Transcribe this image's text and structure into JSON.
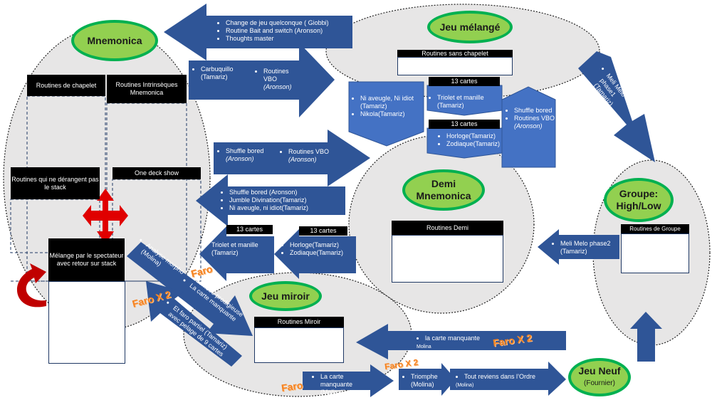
{
  "colors": {
    "arrow": "#2f5597",
    "box": "#4472c4",
    "ellipse": "#e7e6e6",
    "oval": "#92d050",
    "oval_border": "#00b050",
    "faro": "#f58220",
    "red": "#e00000"
  },
  "groups": {
    "mnemonica": "Mnemonica",
    "jeu_melange": "Jeu mélangé",
    "demi": "Demi Mnemonica",
    "groupe": "Groupe: High/Low",
    "miroir": "Jeu miroir",
    "neuf": "Jeu Neuf",
    "neuf_sub": "(Fournier)"
  },
  "headers": {
    "chapelet": "Routines de chapelet",
    "intrinseques": "Routines Intrinsèques Mnemonica",
    "ne_derangent": "Routines qui ne dérangent pas le stack",
    "one_deck": "One deck show",
    "melange_spect": "Mélange par le spectateur avec retour sur stack",
    "sans_chapelet": "Routines sans chapelet",
    "demi": "Routines Demi",
    "groupe": "Routines de Groupe",
    "miroir": "Routines Miroir",
    "treize": "13 cartes"
  },
  "arrows": {
    "top_left": [
      "Change de jeu quelconque ( Giobbi)",
      "Routine Bait and switch (Aronson)",
      "Thoughts master"
    ],
    "top_right_a": "Carbuquillo (Tamariz)",
    "top_right_b": "Routines VBO",
    "top_right_b2": "(Aronson)",
    "ni_aveugle": [
      "Ni aveugle, Ni idiot (Tamariz)",
      "Nikola(Tamariz)"
    ],
    "triolet_top": "Triolet et manille (Tamariz)",
    "horloge_top": [
      "Horloge(Tamariz)",
      "Zodiaque(Tamariz)"
    ],
    "shuffle_up": [
      "Shuffle bored",
      "Routines VBO"
    ],
    "shuffle_up_aronson": "(Aronson)",
    "mid_right_a": "Shuffle bored",
    "mid_right_a2": "(Aronson)",
    "mid_right_b": "Routines VBO",
    "mid_right_b2": "(Aronson)",
    "mid_left": [
      "Shuffle bored  (Aronson)",
      "Jumble Divination(Tamariz)",
      "Ni aveugle, ni idiot(Tamariz)"
    ],
    "triolet_left": "Triolet et manille (Tamariz)",
    "horloge_left": [
      "Horloge(Tamariz)",
      "Zodiaque(Tamariz)"
    ],
    "meli1": "Meli Melo phase1 (Tamariz)",
    "meli2": "Meli Melo phase2 (Tamariz)",
    "analyse": "Analyse morpho (Molina)",
    "memoire": [
      "Mémoire prodigieuse",
      "La carte manquante"
    ],
    "faro_partiel": "Et faro partiel (Tamariz) avec pelage de 9 cartes",
    "miroir_left": "la carte manquante",
    "miroir_left_sub": "Molina",
    "bottom_a": "La carte manquante (Molina))",
    "bottom_b": "Triomphe (Molina)",
    "bottom_c": "Tout reviens dans l’Ordre",
    "bottom_c_sub": "(Molina)"
  },
  "faro": {
    "f1": "Faro",
    "f2": "Faro X 2",
    "f3": "Faro X 2",
    "f4": "Faro X 2",
    "f5": "Faro"
  }
}
